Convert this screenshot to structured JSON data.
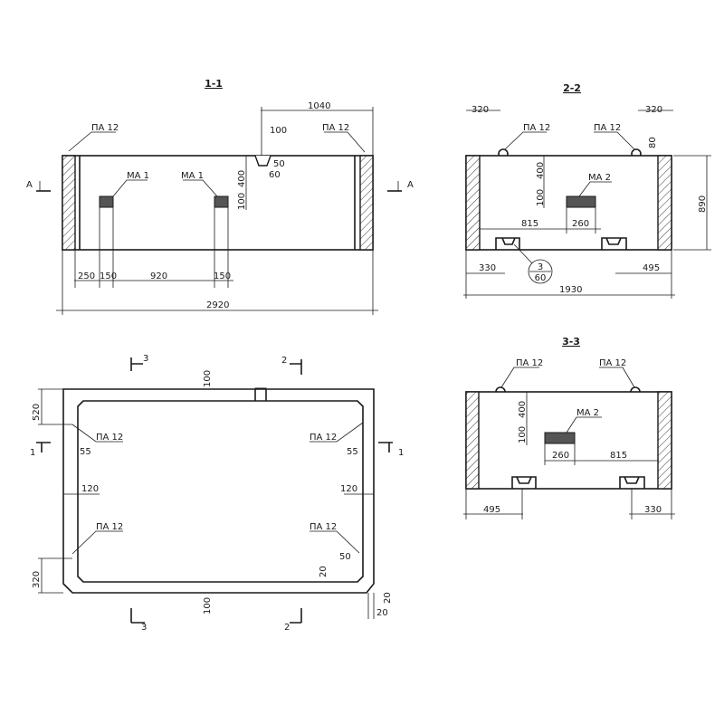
{
  "section_1_1": {
    "title": "1-1",
    "labels": {
      "pa_left": "ПА 12",
      "pa_right": "ПА 12",
      "ml_left": "МА 1",
      "ml_right": "МА 1",
      "cut_left": "А",
      "cut_right": "А"
    },
    "dims": {
      "d1040": "1040",
      "d100": "100",
      "d60": "60",
      "d50": "50",
      "d400": "400",
      "d100b": "100",
      "d250": "250",
      "d150a": "150",
      "d920": "920",
      "d150b": "150",
      "d2920": "2920"
    }
  },
  "section_2_2": {
    "title": "2-2",
    "labels": {
      "pa_left": "ПА 12",
      "pa_right": "ПА 12",
      "ml": "МА 2",
      "callout_top": "3",
      "callout_bottom": "60"
    },
    "dims": {
      "d320a": "320",
      "d320b": "320",
      "d80": "80",
      "d400": "400",
      "d100": "100",
      "d815": "815",
      "d260": "260",
      "d890": "890",
      "d330": "330",
      "d495": "495",
      "d1930": "1930"
    }
  },
  "plan": {
    "labels": {
      "pa_tl": "ПА 12",
      "pa_tr": "ПА 12",
      "pa_bl": "ПА 12",
      "pa_br": "ПА 12",
      "cut3_top": "3",
      "cut2_top": "2",
      "cut3_bot": "3",
      "cut2_bot": "2",
      "cut1_left": "1",
      "cut1_right": "1"
    },
    "dims": {
      "d100_top": "100",
      "d100_bot": "100",
      "d520": "520",
      "d320": "320",
      "d55_l": "55",
      "d55_r": "55",
      "d120_l": "120",
      "d120_r": "120",
      "d50": "50",
      "d20": "20",
      "d20b": "20",
      "d20c": "20"
    }
  },
  "section_3_3": {
    "title": "3-3",
    "labels": {
      "pa_left": "ПА 12",
      "pa_right": "ПА 12",
      "ml": "МА 2"
    },
    "dims": {
      "d400": "400",
      "d100": "100",
      "d260": "260",
      "d815": "815",
      "d495": "495",
      "d330": "330"
    }
  }
}
